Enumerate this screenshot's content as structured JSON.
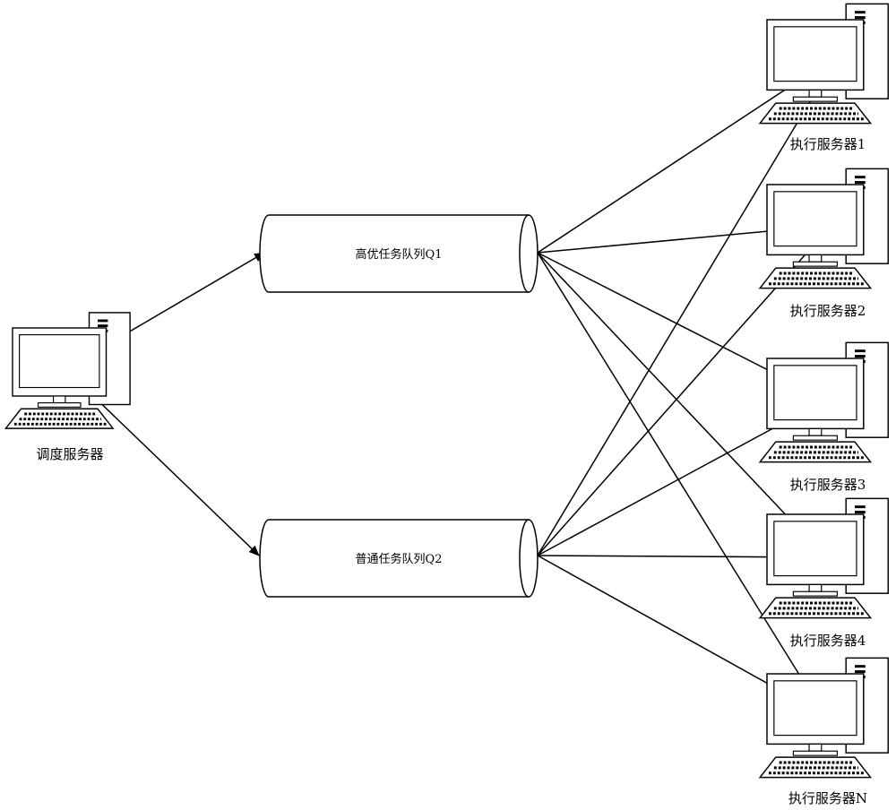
{
  "dispatch_server": {
    "label": "调度服务器",
    "icon": "computer-icon"
  },
  "queues": [
    {
      "id": "q1",
      "label": "高优任务队列Q1",
      "icon": "cylinder-queue-icon"
    },
    {
      "id": "q2",
      "label": "普通任务队列Q2",
      "icon": "cylinder-queue-icon"
    }
  ],
  "exec_servers": [
    {
      "id": "s1",
      "label": "执行服务器1",
      "icon": "computer-icon"
    },
    {
      "id": "s2",
      "label": "执行服务器2",
      "icon": "computer-icon"
    },
    {
      "id": "s3",
      "label": "执行服务器3",
      "icon": "computer-icon"
    },
    {
      "id": "s4",
      "label": "执行服务器4",
      "icon": "computer-icon"
    },
    {
      "id": "sN",
      "label": "执行服务器N",
      "icon": "computer-icon"
    }
  ],
  "connections": [
    {
      "from": "dispatch",
      "to": "q1"
    },
    {
      "from": "dispatch",
      "to": "q2"
    },
    {
      "from": "q1",
      "to": "s1"
    },
    {
      "from": "q1",
      "to": "s2"
    },
    {
      "from": "q1",
      "to": "s3"
    },
    {
      "from": "q1",
      "to": "s4"
    },
    {
      "from": "q1",
      "to": "sN"
    },
    {
      "from": "q2",
      "to": "s1"
    },
    {
      "from": "q2",
      "to": "s2"
    },
    {
      "from": "q2",
      "to": "s3"
    },
    {
      "from": "q2",
      "to": "s4"
    },
    {
      "from": "q2",
      "to": "sN"
    }
  ],
  "colors": {
    "line": "#000000",
    "background": "#ffffff"
  }
}
